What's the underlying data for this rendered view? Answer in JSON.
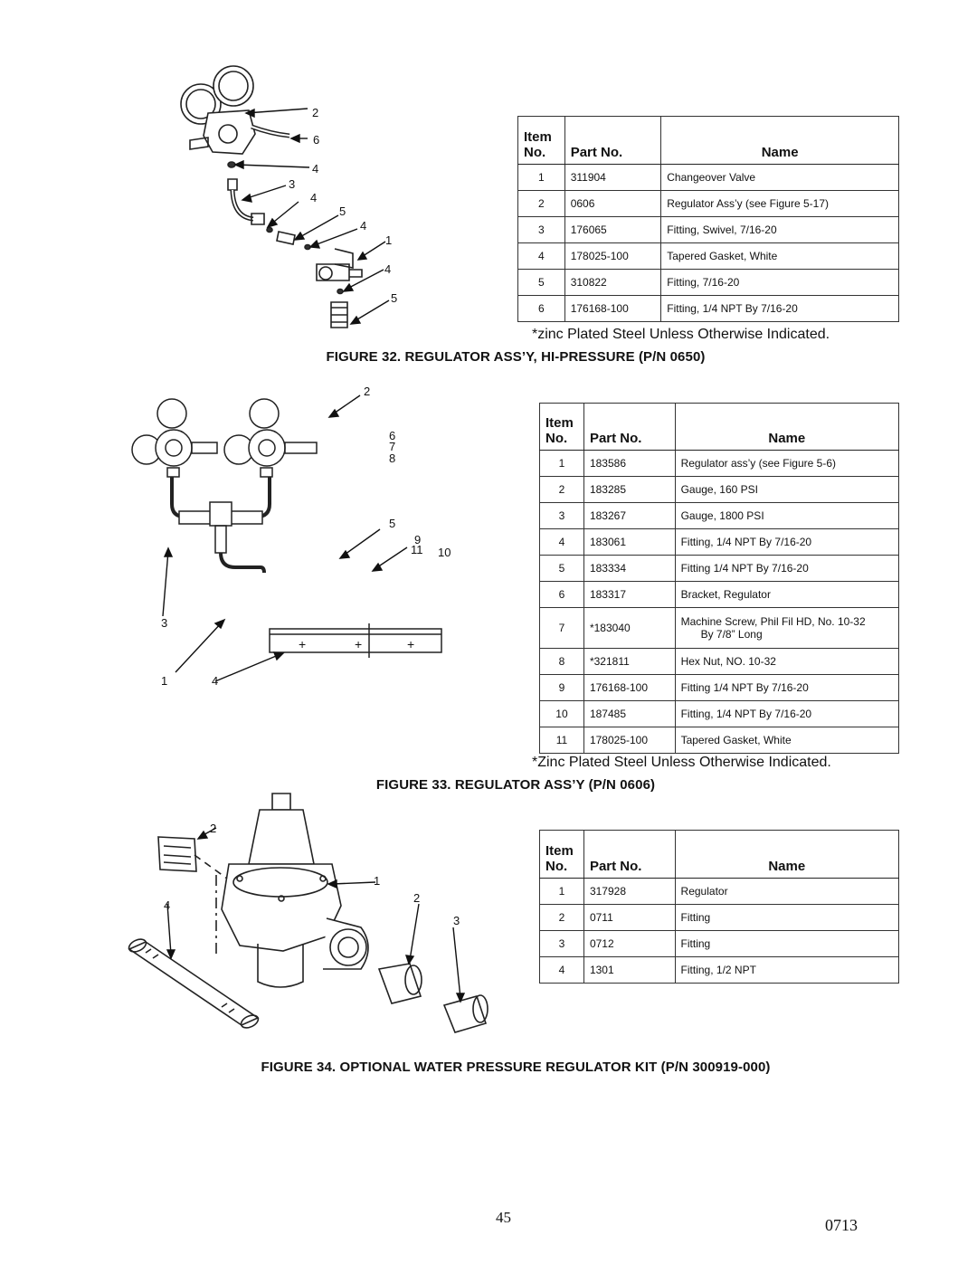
{
  "figure32": {
    "caption": "FIGURE 32. REGULATOR ASS’Y, HI-PRESSURE (P/N 0650)",
    "note": "*zinc Plated Steel Unless Otherwise Indicated.",
    "callouts": [
      "2",
      "6",
      "4",
      "3",
      "4",
      "5",
      "4",
      "1",
      "4",
      "5"
    ],
    "headers": {
      "item_line1": "Item",
      "item_line2": "No.",
      "part": "Part No.",
      "name": "Name"
    },
    "rows": [
      {
        "item": "1",
        "part": "311904",
        "name": "Changeover Valve"
      },
      {
        "item": "2",
        "part": "0606",
        "name": "Regulator Ass’y (see Figure 5-17)"
      },
      {
        "item": "3",
        "part": "176065",
        "name": "Fitting, Swivel, 7/16-20"
      },
      {
        "item": "4",
        "part": "178025-100",
        "name": "Tapered Gasket, White"
      },
      {
        "item": "5",
        "part": "310822",
        "name": "Fitting, 7/16-20"
      },
      {
        "item": "6",
        "part": "176168-100",
        "name": "Fitting, 1/4 NPT By 7/16-20"
      }
    ]
  },
  "figure33": {
    "caption": "FIGURE 33. REGULATOR ASS’Y (P/N 0606)",
    "note": "*Zinc Plated Steel Unless Otherwise Indicated.",
    "callouts": [
      "2",
      "6",
      "7",
      "8",
      "5",
      "9",
      "11",
      "10",
      "3",
      "1",
      "4"
    ],
    "headers": {
      "item_line1": "Item",
      "item_line2": "No.",
      "part": "Part No.",
      "name": "Name"
    },
    "rows": [
      {
        "item": "1",
        "part": "183586",
        "name": "Regulator ass’y (see Figure 5-6)"
      },
      {
        "item": "2",
        "part": "183285",
        "name": "Gauge, 160 PSI"
      },
      {
        "item": "3",
        "part": "183267",
        "name": "Gauge, 1800 PSI"
      },
      {
        "item": "4",
        "part": "183061",
        "name": "Fitting, 1/4 NPT By 7/16-20"
      },
      {
        "item": "5",
        "part": "183334",
        "name": "Fitting 1/4 NPT By 7/16-20"
      },
      {
        "item": "6",
        "part": "183317",
        "name": "Bracket, Regulator"
      },
      {
        "item": "7",
        "part": "*183040",
        "name": "Machine Screw, Phil Fil HD, No. 10-32",
        "name2": "By 7/8” Long"
      },
      {
        "item": "8",
        "part": "*321811",
        "name": "Hex Nut, NO. 10-32"
      },
      {
        "item": "9",
        "part": "176168-100",
        "name": "Fitting 1/4 NPT By 7/16-20"
      },
      {
        "item": "10",
        "part": "187485",
        "name": "Fitting, 1/4 NPT By 7/16-20"
      },
      {
        "item": "11",
        "part": "178025-100",
        "name": "Tapered Gasket, White"
      }
    ]
  },
  "figure34": {
    "caption": "FIGURE 34. OPTIONAL WATER PRESSURE REGULATOR KIT (P/N 300919-000)",
    "callouts": [
      "2",
      "1",
      "4",
      "2",
      "3"
    ],
    "headers": {
      "item_line1": "Item",
      "item_line2": "No.",
      "part": "Part No.",
      "name": "Name"
    },
    "rows": [
      {
        "item": "1",
        "part": "317928",
        "name": "Regulator"
      },
      {
        "item": "2",
        "part": "0711",
        "name": "Fitting"
      },
      {
        "item": "3",
        "part": "0712",
        "name": "Fitting"
      },
      {
        "item": "4",
        "part": "1301",
        "name": "Fitting, 1/2 NPT"
      }
    ]
  },
  "footer": {
    "page_number": "45",
    "doc_code": "0713"
  }
}
